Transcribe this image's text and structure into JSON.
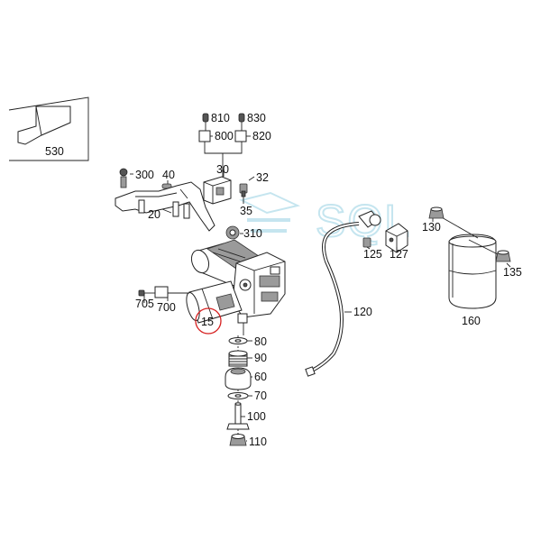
{
  "labels": {
    "l530": "530",
    "l810": "810",
    "l830": "830",
    "l800": "800",
    "l820": "820",
    "l300": "300",
    "l40": "40",
    "l30": "30",
    "l32": "32",
    "l20": "20",
    "l35": "35",
    "l310": "310",
    "l705": "705",
    "l700": "700",
    "l15": "15",
    "l80": "80",
    "l90": "90",
    "l60": "60",
    "l70": "70",
    "l100": "100",
    "l110": "110",
    "l120": "120",
    "l125": "125",
    "l127": "127",
    "l130": "130",
    "l135": "135",
    "l160": "160"
  },
  "watermark": "SQL",
  "colors": {
    "highlight_circle": "#d62020",
    "watermark": "#bfe3ee"
  }
}
